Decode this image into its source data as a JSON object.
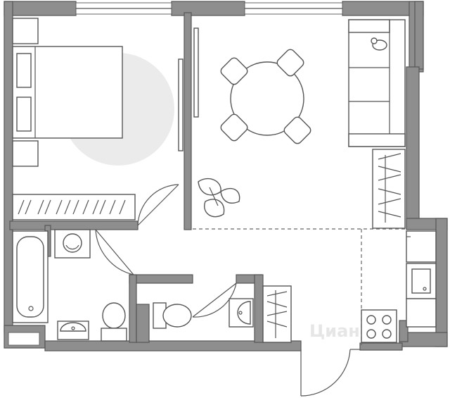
{
  "plan": {
    "watermark": "Циан",
    "colors": {
      "wall": "#8e8e8e",
      "line": "#555555",
      "rug": "#ebebeb",
      "background": "#ffffff"
    },
    "rooms": [
      "bedroom",
      "living-kitchen",
      "bathroom",
      "toilet",
      "hallway"
    ]
  }
}
